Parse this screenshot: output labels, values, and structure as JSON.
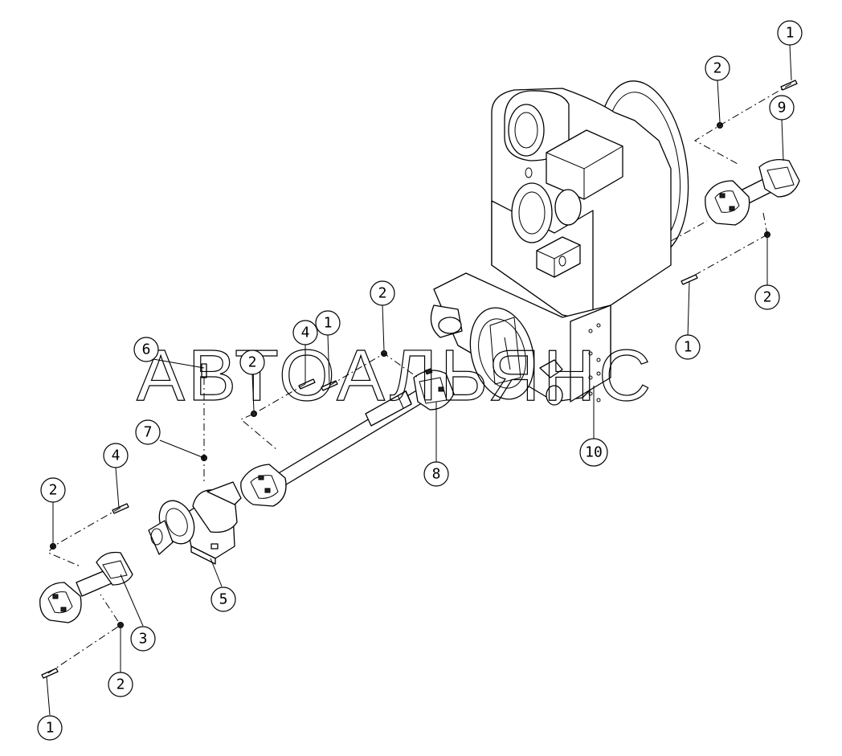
{
  "watermark": "АВТОАЛЬЯНС",
  "callouts": [
    {
      "id": "c1a",
      "label": "1"
    },
    {
      "id": "c2a",
      "label": "2"
    },
    {
      "id": "c9",
      "label": "9"
    },
    {
      "id": "c2b",
      "label": "2"
    },
    {
      "id": "c1b",
      "label": "1"
    },
    {
      "id": "c2c",
      "label": "2"
    },
    {
      "id": "c1c",
      "label": "1"
    },
    {
      "id": "c4a",
      "label": "4"
    },
    {
      "id": "c6",
      "label": "6"
    },
    {
      "id": "c2d",
      "label": "2"
    },
    {
      "id": "c7",
      "label": "7"
    },
    {
      "id": "c8",
      "label": "8"
    },
    {
      "id": "c10",
      "label": "10"
    },
    {
      "id": "c4b",
      "label": "4"
    },
    {
      "id": "c2e",
      "label": "2"
    },
    {
      "id": "c5",
      "label": "5"
    },
    {
      "id": "c3",
      "label": "3"
    },
    {
      "id": "c2f",
      "label": "2"
    },
    {
      "id": "c1d",
      "label": "1"
    }
  ]
}
